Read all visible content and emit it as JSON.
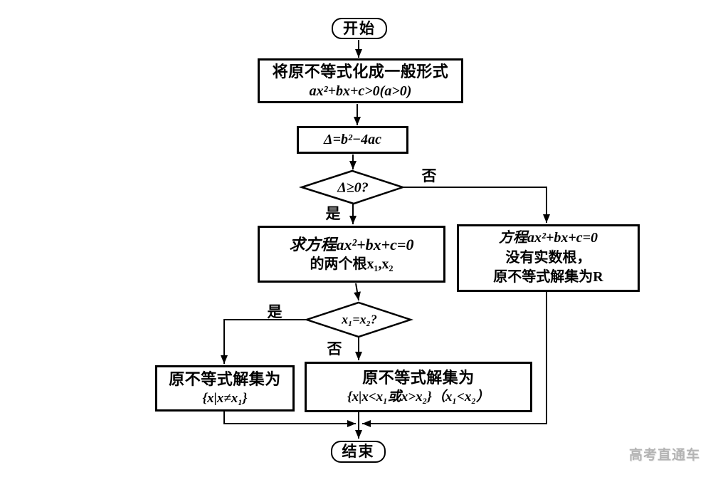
{
  "colors": {
    "line": "#000000",
    "background": "#ffffff",
    "watermark_gray": "#b4b4b4"
  },
  "nodes": {
    "start": {
      "label": "开始"
    },
    "normalize": {
      "line1": "将原不等式化成一般形式",
      "line2": "ax²+bx+c>0(a>0)"
    },
    "discriminant": {
      "label": "Δ=b²−4ac"
    },
    "decision_delta": {
      "label": "Δ≥0?",
      "yes": "是",
      "no": "否"
    },
    "find_roots": {
      "line1": "求方程ax²+bx+c=0",
      "line2": "的两个根x₁,x₂"
    },
    "no_real_roots": {
      "line1": "方程ax²+bx+c=0",
      "line2": "没有实数根，",
      "line3": "原不等式解集为R"
    },
    "decision_roots_equal": {
      "label": "x₁=x₂?",
      "yes": "是",
      "no": "否"
    },
    "solution_equal": {
      "line1": "原不等式解集为",
      "line2": "{x|x≠x₁}"
    },
    "solution_unequal": {
      "line1": "原不等式解集为",
      "line2": "{x|x<x₁或x>x₂}（x₁<x₂）"
    },
    "end": {
      "label": "结束"
    }
  },
  "watermark": {
    "text": "高考直通车"
  }
}
